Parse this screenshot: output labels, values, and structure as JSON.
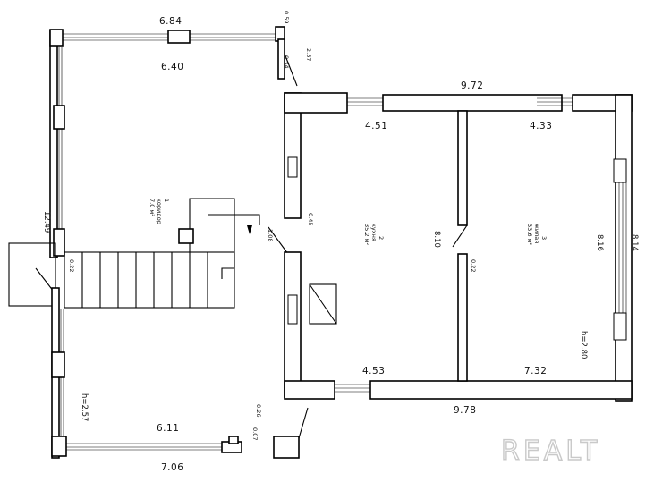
{
  "plan": {
    "dimensions": {
      "top_outer": "6.84",
      "top_inner": "6.40",
      "side_small_a": "0.59",
      "side_small_b": "0.34",
      "side_small_c": "2.57",
      "right_block_top": "9.72",
      "room2_width_top": "4.51",
      "room3_width_top": "4.33",
      "room2_width_bottom": "4.53",
      "room3_width_bottom": "7.32",
      "right_block_bottom": "9.78",
      "left_block_bottom_inner": "6.11",
      "left_block_bottom_outer": "7.06",
      "left_side_height": "12.49",
      "left_side_b": "0.22",
      "room2_height": "8.10",
      "room3_height": "8.16",
      "outer_right_height": "8.14",
      "corridor_width": "1.08",
      "partition_thickness": "0.22",
      "left_wall_d": "0.45",
      "ceiling_height_left": "h=2.57",
      "ceiling_height_right": "h=2.80",
      "small_bottom_a": "0.26",
      "small_bottom_b": "0.07"
    },
    "rooms": {
      "r1_number": "1",
      "r1_name": "коридор",
      "r1_area": "7.0 м²",
      "r2_number": "2",
      "r2_name": "кухня",
      "r2_area": "35.2 м²",
      "r3_number": "3",
      "r3_name": "жилая",
      "r3_area": "33.6 м²"
    },
    "watermark": "REALT"
  }
}
